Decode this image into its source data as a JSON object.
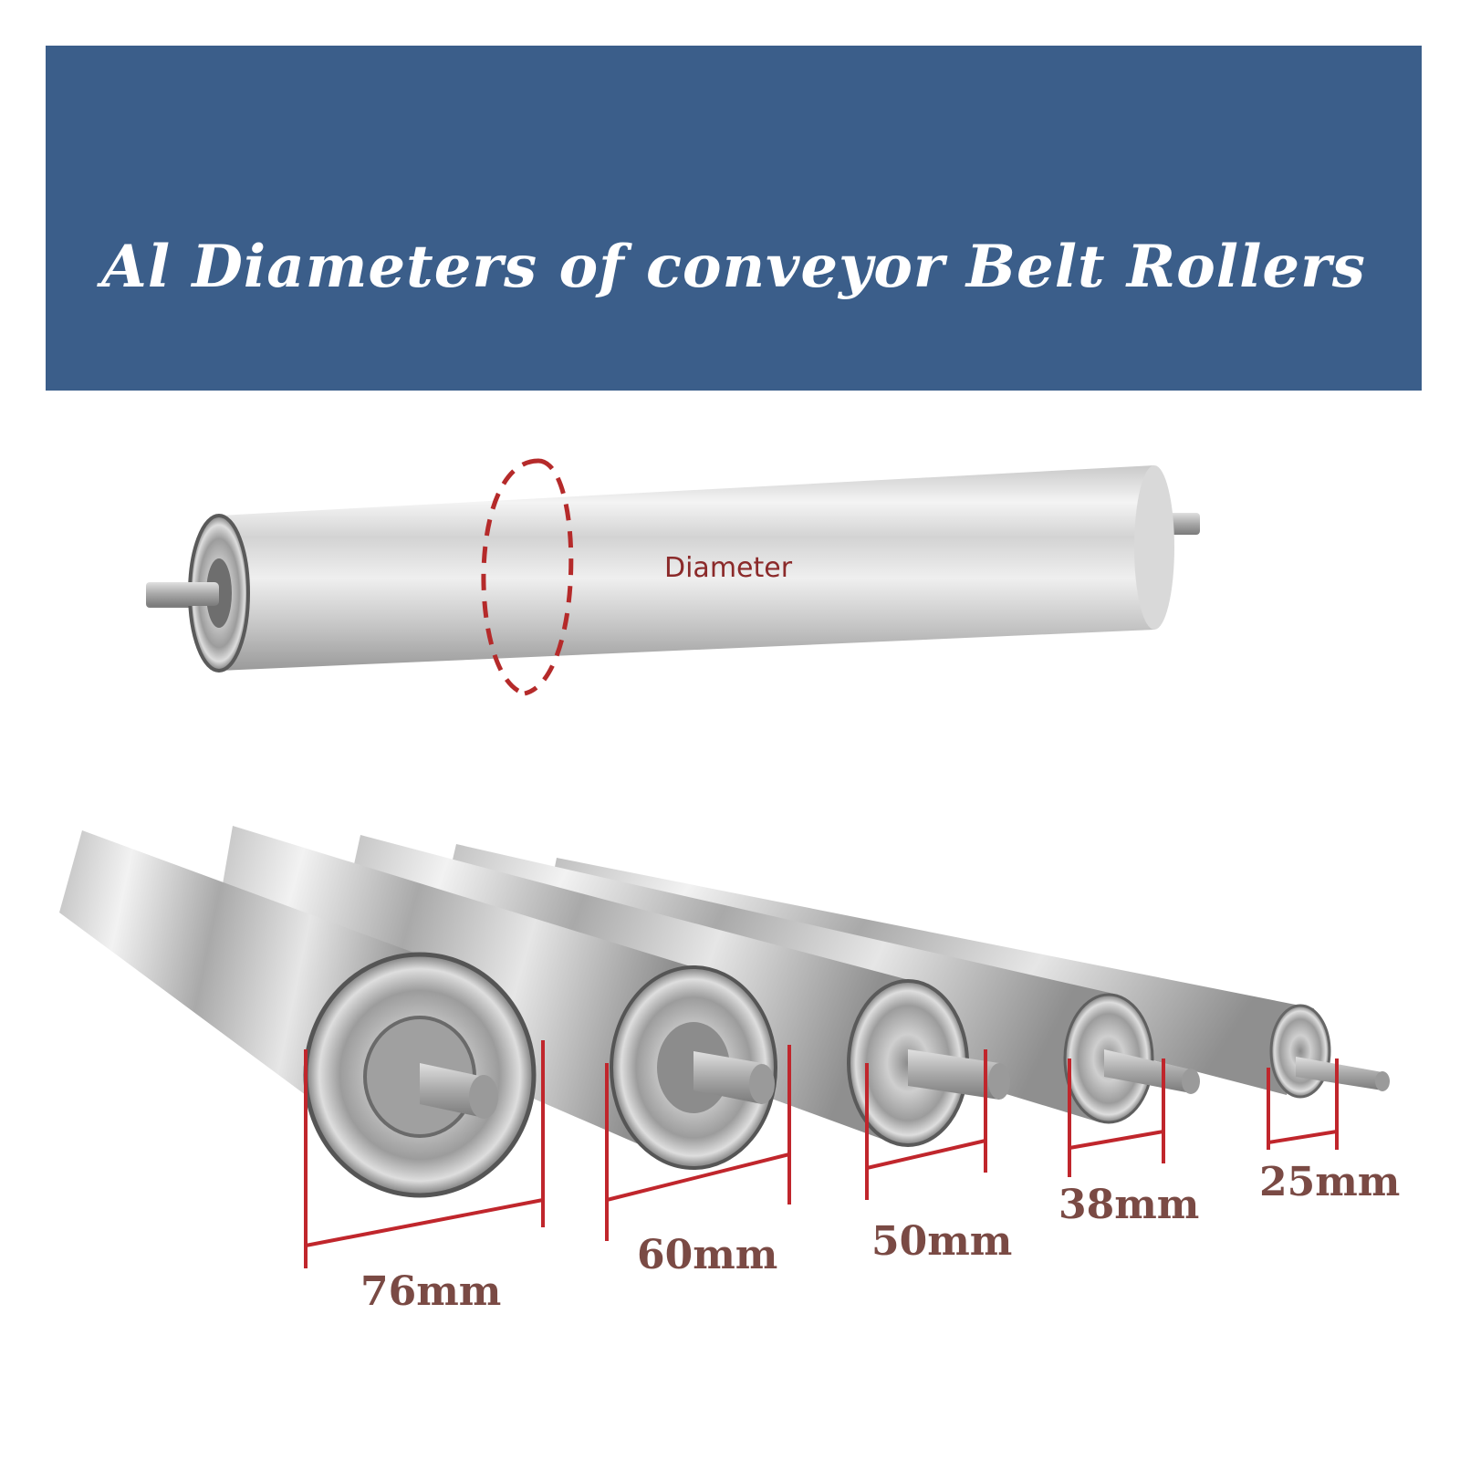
{
  "banner": {
    "title": "Al Diameters of conveyor Belt Rollers",
    "color": "#3b5e8a"
  },
  "single_roller": {
    "label": "Diameter",
    "marker_color": "#b52a2a"
  },
  "roller_sizes": [
    "76mm",
    "60mm",
    "50mm",
    "38mm",
    "25mm"
  ],
  "dimension_line_color": "#c0262c"
}
